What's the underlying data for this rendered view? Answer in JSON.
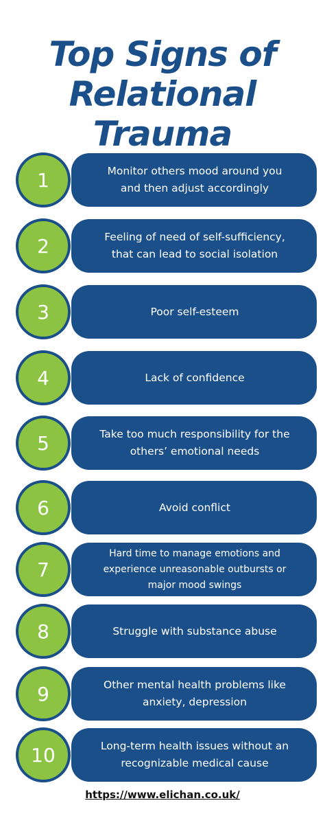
{
  "title": {
    "line1": "Top Signs of",
    "line2": "Relational",
    "line3": "Trauma"
  },
  "colors": {
    "navy": "#1b4f8a",
    "green": "#8cc342",
    "white": "#ffffff"
  },
  "items": [
    {
      "number": "1",
      "line1": "Monitor others mood around you",
      "line2": "and then adjust accordingly"
    },
    {
      "number": "2",
      "line1": "Feeling of need of self-sufficiency,",
      "line2": "that can lead to social isolation"
    },
    {
      "number": "3",
      "line1": "Poor self-esteem"
    },
    {
      "number": "4",
      "line1": "Lack of confidence"
    },
    {
      "number": "5",
      "line1": "Take too much responsibility for the",
      "line2": "others’ emotional needs"
    },
    {
      "number": "6",
      "line1": "Avoid conflict"
    },
    {
      "number": "7",
      "line1": "Hard time to manage emotions and",
      "line2": "experience unreasonable outbursts or",
      "line3": "major mood swings"
    },
    {
      "number": "8",
      "line1": "Struggle with substance abuse"
    },
    {
      "number": "9",
      "line1": "Other mental health problems like",
      "line2": "anxiety, depression"
    },
    {
      "number": "10",
      "line1": "Long-term health issues without an",
      "line2": "recognizable medical cause"
    }
  ],
  "footer": {
    "link": "https://www.elichan.co.uk/"
  }
}
